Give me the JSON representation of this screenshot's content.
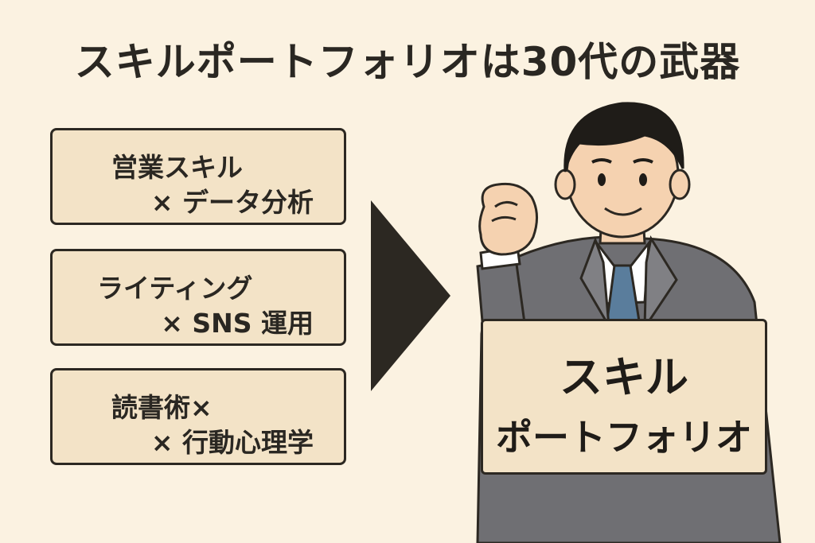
{
  "title": "スキルポートフォリオは30代の武器",
  "cards": [
    {
      "line1": "営業スキル",
      "line2": "× データ分析"
    },
    {
      "line1": "ライティング",
      "line2": "× SNS 運用"
    },
    {
      "line1": "読書術×",
      "line2": "× 行動心理学"
    }
  ],
  "sign": {
    "line1": "スキル",
    "line2": "ポートフォリオ"
  },
  "colors": {
    "background": "#fbf2e1",
    "card": "#f3e3c7",
    "ink": "#2c2822",
    "suit": "#6f6f73",
    "tie": "#5a7d9c"
  }
}
